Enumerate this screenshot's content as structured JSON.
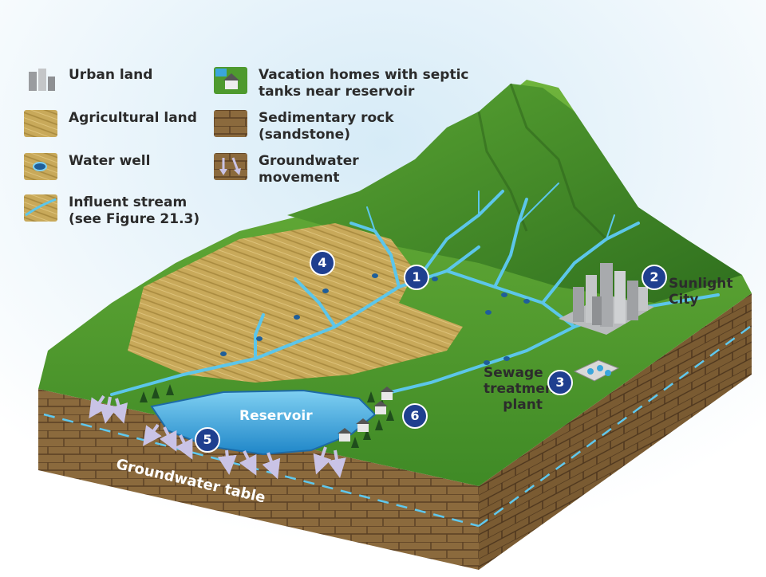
{
  "legend": [
    {
      "label": "Urban land",
      "icon": "urban-land-icon"
    },
    {
      "label": "Agricultural land",
      "icon": "agricultural-land-icon"
    },
    {
      "label": "Water well",
      "icon": "water-well-icon"
    },
    {
      "label": "Influent stream\n(see Figure 21.3)",
      "icon": "influent-stream-icon"
    },
    {
      "label": "Vacation homes with septic\ntanks near reservoir",
      "icon": "vacation-homes-icon"
    },
    {
      "label": "Sedimentary rock\n(sandstone)",
      "icon": "sedimentary-rock-icon"
    },
    {
      "label": "Groundwater\nmovement",
      "icon": "groundwater-movement-icon"
    }
  ],
  "labels": {
    "sunlight_city": "Sunlight\nCity",
    "sewage_plant": "Sewage\ntreatment\nplant",
    "reservoir": "Reservoir",
    "groundwater_table": "Groundwater table"
  },
  "markers": [
    "1",
    "2",
    "3",
    "4",
    "5",
    "6"
  ],
  "colors": {
    "grass": "#4e9a2e",
    "field": "#c9ac5e",
    "rock": "#8a6a3c",
    "water": "#3aa6dc",
    "stream": "#58c6e8",
    "marker": "#1f3f8f"
  }
}
